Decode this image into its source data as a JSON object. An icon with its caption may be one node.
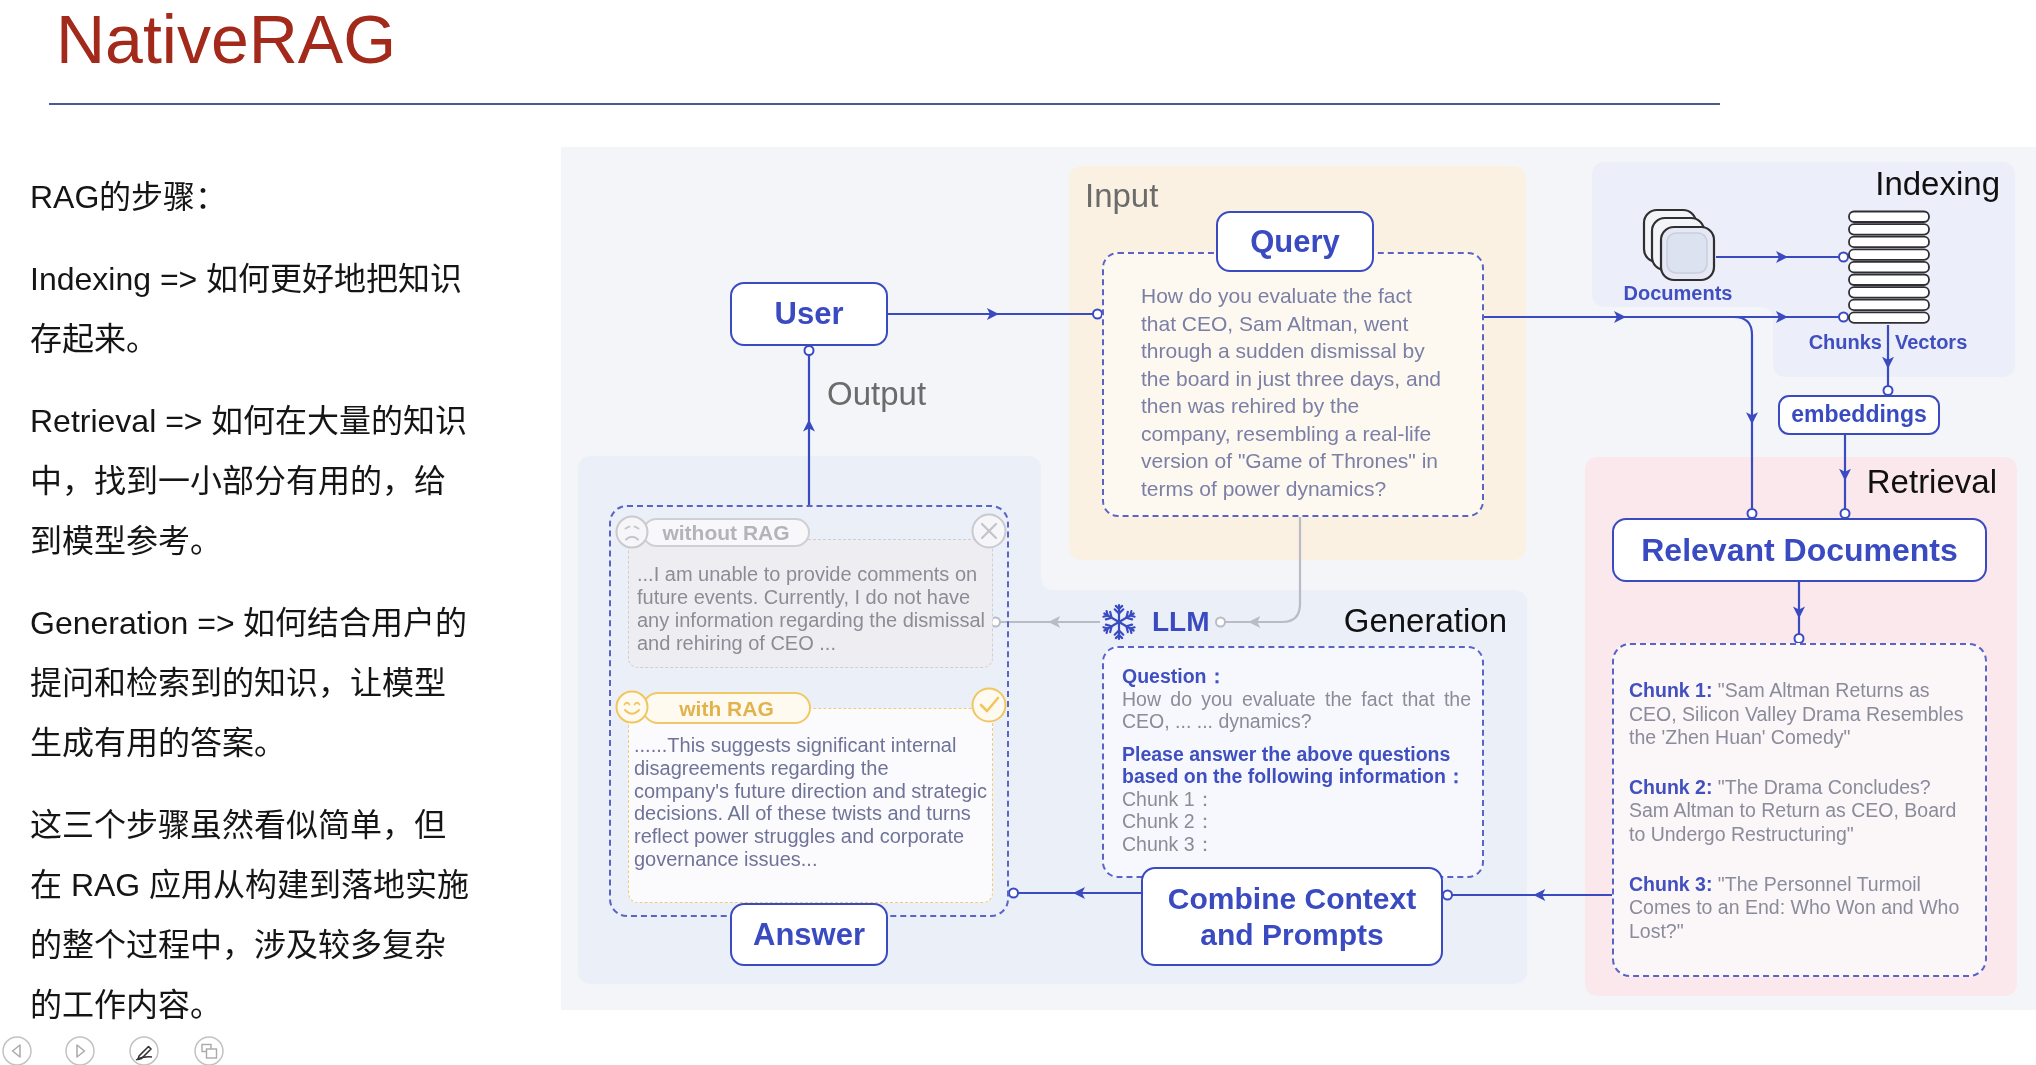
{
  "diagram": {
    "title": "NativeRAG",
    "nodes": [
      {
        "text": [
          "User"
        ]
      },
      {
        "text": [
          "Input"
        ]
      },
      {
        "text": [
          "Query"
        ],
        "in": 1
      },
      {
        "text": [
          "How do you evaluate the fact that CEO, Sam Altman, went through a sudden dismissal by the board in just three days, and then was rehired by the company, resembling a real-life version of \"Game of Thrones\" in terms of power dynamics?"
        ],
        "in": 1
      },
      {
        "text": [
          "Indexing"
        ]
      },
      {
        "text": [],
        "shape": "picture",
        "beside": [
          "Documents"
        ],
        "in": 4
      },
      {
        "text": [],
        "shape": "picture",
        "beside": [
          "Chunks",
          "Vectors"
        ],
        "in": 4
      },
      {
        "text": [
          "embeddings"
        ]
      },
      {
        "text": [
          "Retrieval"
        ]
      },
      {
        "text": [
          "Relevant Documents"
        ],
        "in": 8
      },
      {
        "text": [
          "**Chunk 1:** \"Sam Altman Returns as CEO, Silicon Valley Drama Resembles the 'Zhen Huan' Comedy\"",
          "**Chunk 2:** \"The Drama Concludes? Sam Altman to Return as CEO, Board to Undergo Restructuring\"",
          "**Chunk 3:** \"The Personnel Turmoil Comes to an End: Who Won and Who Lost?\""
        ],
        "in": 8
      },
      {
        "text": [
          "Generation"
        ]
      },
      {
        "text": [],
        "shape": "box",
        "in": 11
      },
      {
        "text": [
          "without RAG"
        ],
        "in": 12
      },
      {
        "text": [
          "...I am unable to provide comments on future events. Currently, I do not have any information regarding the dismissal and rehiring of CEO ..."
        ],
        "in": 12
      },
      {
        "text": [
          "with RAG"
        ],
        "in": 12
      },
      {
        "text": [
          "......This suggests significant internal disagreements regarding the company's future direction and strategic decisions. All of these twists and turns reflect power struggles and corporate governance issues..."
        ],
        "in": 12
      },
      {
        "text": [
          "Answer"
        ],
        "in": 11
      },
      {
        "text": [
          "LLM"
        ],
        "in": 11
      },
      {
        "text": [
          "Question：",
          "How do you evaluate the fact that the CEO, ... ... dynamics?",
          "Please answer the above questions based on the following information：",
          "Chunk 1：",
          "Chunk 2：",
          "Chunk 3："
        ],
        "in": 11
      },
      {
        "text": [
          "Combine Context and Prompts"
        ],
        "in": 11
      }
    ],
    "edges": [
      {
        "from": 0,
        "to": 3,
        "arrow": "to"
      },
      {
        "from": 5,
        "to": 6,
        "arrow": "to"
      },
      {
        "from": 3,
        "to": 6,
        "arrow": "to"
      },
      {
        "from": 3,
        "to": 9,
        "arrow": "to"
      },
      {
        "from": 6,
        "to": 7,
        "arrow": "to"
      },
      {
        "from": 7,
        "to": 9,
        "arrow": "to"
      },
      {
        "from": 9,
        "to": 10,
        "arrow": "to"
      },
      {
        "from": 10,
        "to": 20,
        "arrow": "to"
      },
      {
        "from": 20,
        "to": 12,
        "arrow": "to"
      },
      {
        "from": 3,
        "to": 18,
        "arrow": "to",
        "color": "#b9bbc6"
      },
      {
        "from": 18,
        "to": 14,
        "arrow": "to",
        "color": "#b9bbc6"
      },
      {
        "from": 12,
        "to": 0,
        "arrow": "to",
        "label": "Output"
      }
    ],
    "labels": [
      "RAG的步骤：",
      "Indexing => 如何更好地把知识存起来。",
      "Retrieval => 如何在大量的知识中，找到一小部分有用的，给到模型参考。",
      "Generation => 如何结合用户的提问和检索到的知识，让模型生成有用的答案。",
      "这三个步骤虽然看似简单，但在 RAG 应用从构建到落地实施的整个过程中，涉及较多复杂的工作内容。"
    ]
  }
}
